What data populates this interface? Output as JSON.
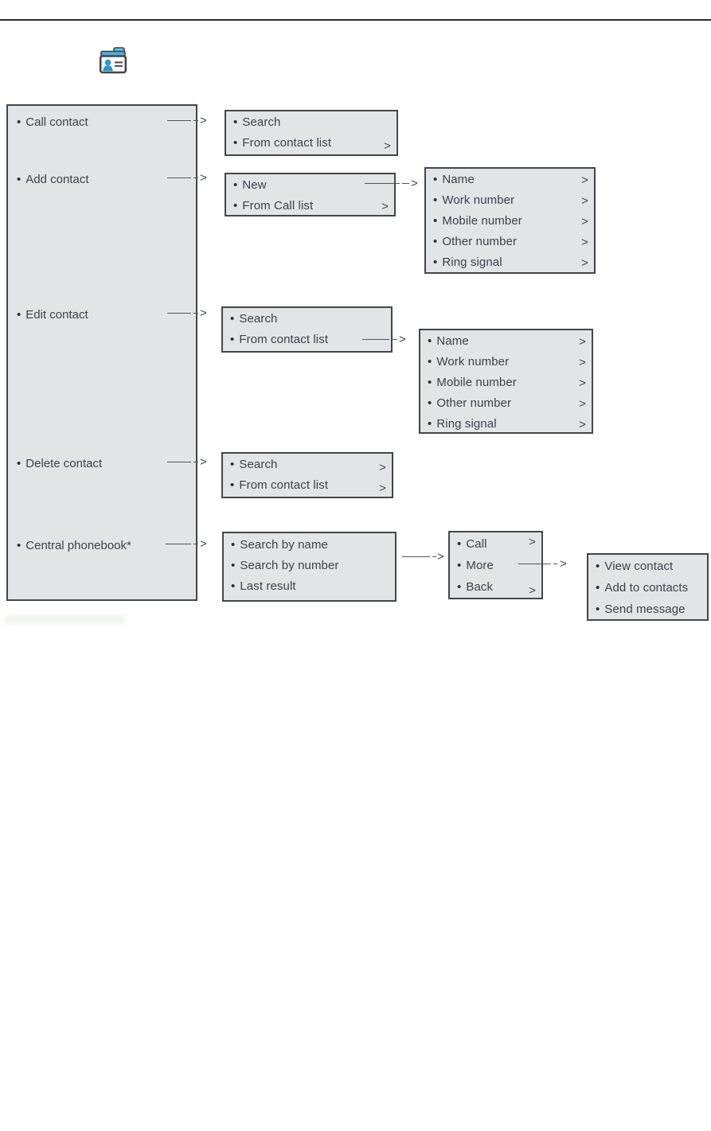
{
  "glyphs": {
    "bullet": "•",
    "chevron": ">"
  },
  "icon": {
    "name": "contacts-card-icon"
  },
  "root_menu": {
    "items": [
      "Call contact",
      "Add contact",
      "Edit contact",
      "Delete contact",
      "Central phonebook*"
    ]
  },
  "submenus": {
    "call_contact": {
      "items": [
        "Search",
        "From contact list"
      ]
    },
    "add_contact": {
      "items": [
        "New",
        "From Call list"
      ]
    },
    "add_contact_fields": {
      "items": [
        "Name",
        "Work number",
        "Mobile number",
        "Other number",
        "Ring signal"
      ]
    },
    "edit_contact": {
      "items": [
        "Search",
        "From contact list"
      ]
    },
    "edit_contact_fields": {
      "items": [
        "Name",
        "Work number",
        "Mobile number",
        "Other number",
        "Ring signal"
      ]
    },
    "delete_contact": {
      "items": [
        "Search",
        "From contact list"
      ]
    },
    "central_phonebook": {
      "items": [
        "Search by name",
        "Search by number",
        "Last result"
      ]
    },
    "central_result": {
      "items": [
        "Call",
        "More",
        "Back"
      ]
    },
    "more_options": {
      "items": [
        "View contact",
        "Add to contacts",
        "Send message"
      ]
    }
  },
  "colors": {
    "box_fill": "#e3e4e5",
    "box_border": "#45464a",
    "text": "#3f404a",
    "icon_blue": "#3aa0d6",
    "rule": "#2c2c2e"
  }
}
